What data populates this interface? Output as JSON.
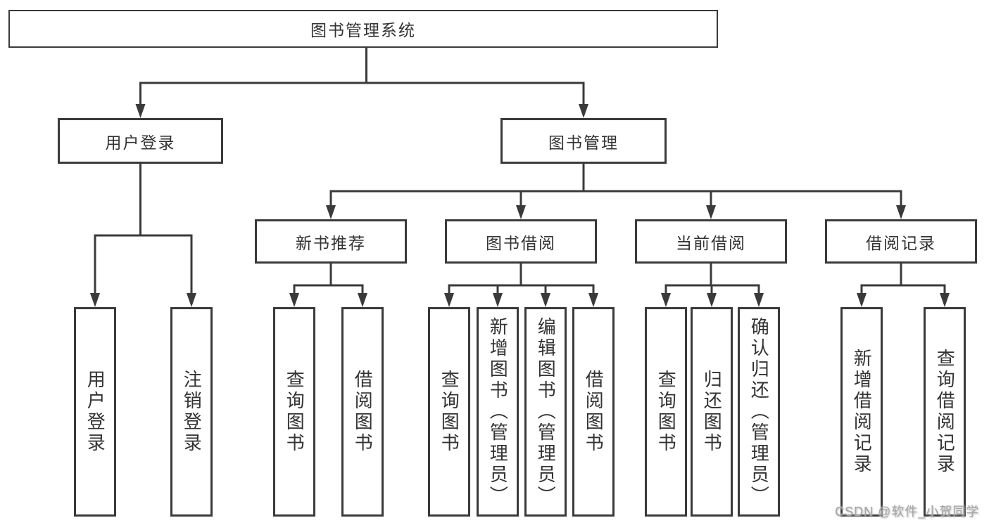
{
  "diagram_title": "图书管理系统",
  "colors": {
    "line": "#3a3a3a",
    "box_border": "#3a3a3a",
    "text": "#333333",
    "background": "#ffffff",
    "watermark": "#a6a6a6"
  },
  "tree": {
    "label": "图书管理系统",
    "children": [
      {
        "label": "用户登录",
        "children": [
          {
            "label": "用户登录"
          },
          {
            "label": "注销登录"
          }
        ]
      },
      {
        "label": "图书管理",
        "children": [
          {
            "label": "新书推荐",
            "children": [
              {
                "label": "查询图书"
              },
              {
                "label": "借阅图书"
              }
            ]
          },
          {
            "label": "图书借阅",
            "children": [
              {
                "label": "查询图书"
              },
              {
                "label": "新增图书（管理员）"
              },
              {
                "label": "编辑图书（管理员）"
              },
              {
                "label": "借阅图书"
              }
            ]
          },
          {
            "label": "当前借阅",
            "children": [
              {
                "label": "查询图书"
              },
              {
                "label": "归还图书"
              },
              {
                "label": "确认归还（管理员）"
              }
            ]
          },
          {
            "label": "借阅记录",
            "children": [
              {
                "label": "新增借阅记录"
              },
              {
                "label": "查询借阅记录"
              }
            ]
          }
        ]
      }
    ]
  },
  "watermark": "CSDN @软件_小贺同学"
}
